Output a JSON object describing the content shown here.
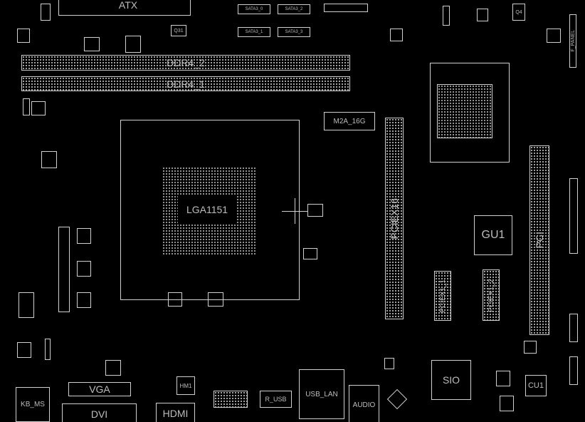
{
  "labels": {
    "atx": "ATX",
    "q31": "Q31",
    "sata0": "SATA3_0",
    "sata2": "SATA3_2",
    "sata1": "SATA3_1",
    "sata3": "SATA3_3",
    "ddr4_2": "DDR4_2",
    "ddr4_1": "DDR4_1",
    "m2a": "M2A_16G",
    "pciex16": "PCIEX16",
    "cpu_socket": "LGA1151",
    "gu1": "GU1",
    "pci": "PCI",
    "pciex1_1": "PCIEX1_1",
    "pciex1_2": "PCIEX1_2",
    "sio": "SIO",
    "cu1": "CU1",
    "kb_ms": "KB_MS",
    "vga": "VGA",
    "dvi": "DVI",
    "hdmi": "HDMI",
    "r_usb": "R_USB",
    "usb_lan": "USB_LAN",
    "audio": "AUDIO",
    "hm1": "HM1",
    "f_panel": "F_PANEL",
    "q4": "Q4"
  }
}
